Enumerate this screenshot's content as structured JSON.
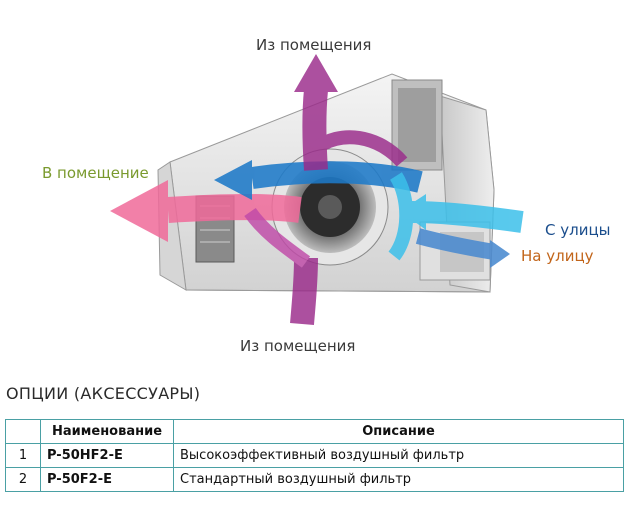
{
  "diagram": {
    "labels": {
      "top": "Из помещения",
      "left": "В помещение",
      "right_in": "С улицы",
      "right_out": "На улицу",
      "bottom": "Из помещения"
    },
    "colors": {
      "purple_flow": "#9a2a8a",
      "pink_flow": "#f06a9a",
      "blue_flow": "#1e7ac8",
      "cyan_flow": "#3cc0ea",
      "label_green": "#7a9a2e",
      "label_navy": "#1a4d8c",
      "label_orange": "#c2651a"
    }
  },
  "options": {
    "title": "ОПЦИИ (АКСЕССУАРЫ)",
    "table": {
      "headers": [
        "",
        "Наименование",
        "Описание"
      ],
      "rows": [
        {
          "num": "1",
          "model": "P-50HF2-E",
          "description": "Высокоэффективный воздушный фильтр"
        },
        {
          "num": "2",
          "model": "P-50F2-E",
          "description": "Стандартный воздушный фильтр"
        }
      ]
    }
  }
}
